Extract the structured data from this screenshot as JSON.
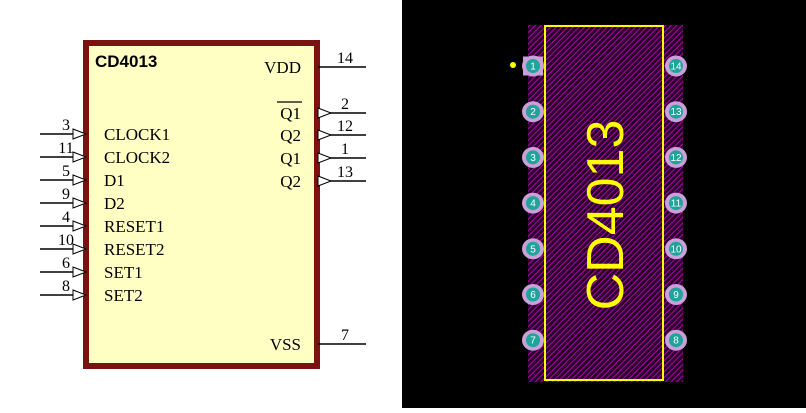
{
  "schematic": {
    "part_name": "CD4013",
    "colors": {
      "body_fill": "#ffffc4",
      "body_border": "#7b1212",
      "wire": "#000000"
    },
    "left_pins": [
      {
        "num": "3",
        "label": "CLOCK1"
      },
      {
        "num": "11",
        "label": "CLOCK2"
      },
      {
        "num": "5",
        "label": "D1"
      },
      {
        "num": "9",
        "label": "D2"
      },
      {
        "num": "4",
        "label": "RESET1"
      },
      {
        "num": "10",
        "label": "RESET2"
      },
      {
        "num": "6",
        "label": "SET1"
      },
      {
        "num": "8",
        "label": "SET2"
      }
    ],
    "right_pins": [
      {
        "num": "14",
        "label": "VDD"
      },
      {
        "num": "2",
        "label": "Q1",
        "overline": true
      },
      {
        "num": "12",
        "label": "Q2"
      },
      {
        "num": "1",
        "label": "Q1"
      },
      {
        "num": "13",
        "label": "Q2"
      },
      {
        "num": "7",
        "label": "VSS"
      }
    ]
  },
  "footprint": {
    "label": "CD4013",
    "colors": {
      "background": "#000000",
      "body_hatch": "#b000b0",
      "outline": "#ffff00",
      "pad_fill": "#1fa39a",
      "pad_ring": "#c9a0d8",
      "pad_text": "#ffffff",
      "label": "#ffff00"
    },
    "left_pads": [
      "1",
      "2",
      "3",
      "4",
      "5",
      "6",
      "7"
    ],
    "right_pads": [
      "14",
      "13",
      "12",
      "11",
      "10",
      "9",
      "8"
    ]
  }
}
